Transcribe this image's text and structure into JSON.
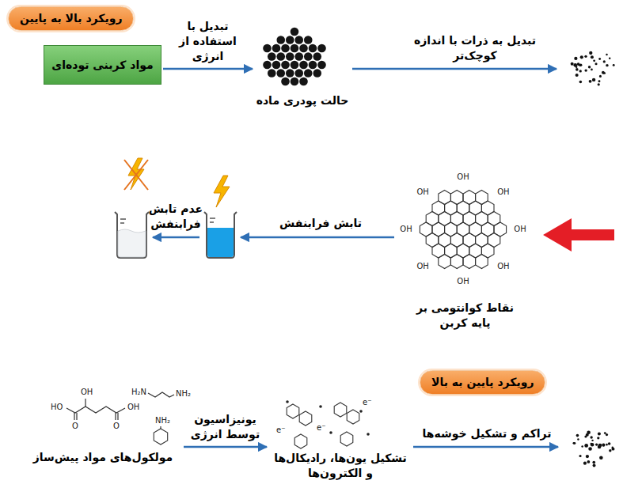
{
  "diagram": {
    "nodes": [
      {
        "text": [
          "رویکرد بالا به پایین"
        ]
      },
      {
        "text": [
          "مواد کربنی توده‌ای"
        ]
      },
      {
        "text": [
          "حالت پودری ماده"
        ]
      },
      {
        "text": [
          "نقاط کوانتومی بر پایه کربن"
        ]
      },
      {
        "text": [
          "رویکرد پایین به بالا"
        ]
      },
      {
        "text": [
          "مولکول‌های مواد پیش‌ساز"
        ]
      },
      {
        "text": [
          "تشکیل یون‌ها، رادیکال‌ها و الکترون‌ها"
        ]
      }
    ],
    "edges": [
      {
        "from": 1,
        "to": 2,
        "arrow": "to",
        "label": "تبدیل با استفاده از انرژی"
      },
      {
        "from": 5,
        "to": 6,
        "arrow": "to",
        "label": "یونیزاسیون توسط انرژی"
      }
    ],
    "labels": [
      "تبدیل به ذرات با اندازه کوچک‌تر",
      "تابش فرابنفش",
      "عدم تابش فرابنفش",
      "تراکم و تشکیل خوشه‌ها",
      "OH",
      "OH",
      "OH",
      "OH",
      "OH",
      "OH",
      "OH",
      "OH",
      "HO",
      "O",
      "OH",
      "O",
      "OH",
      "H₂N",
      "NH₂",
      "NH₂",
      "e⁻",
      "e⁻",
      "e⁻"
    ]
  }
}
